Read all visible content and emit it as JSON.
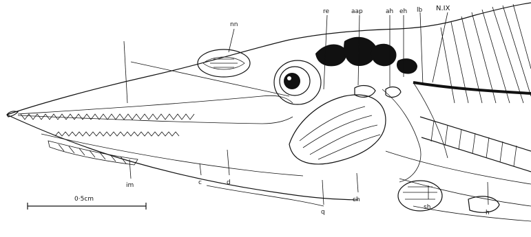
{
  "labels": {
    "nn": "nn",
    "re": "re",
    "aap": "aap",
    "ah": "ah",
    "eh": "eh",
    "lb": "lb",
    "nix": "N.IX",
    "im": "im",
    "c": "c",
    "d": "d",
    "q": "q",
    "ch": "ch",
    "sh": "sh",
    "h": "h"
  },
  "scale_bar": {
    "label": "0·5cm"
  },
  "colors": {
    "ink": "#111111",
    "background": "#ffffff"
  }
}
